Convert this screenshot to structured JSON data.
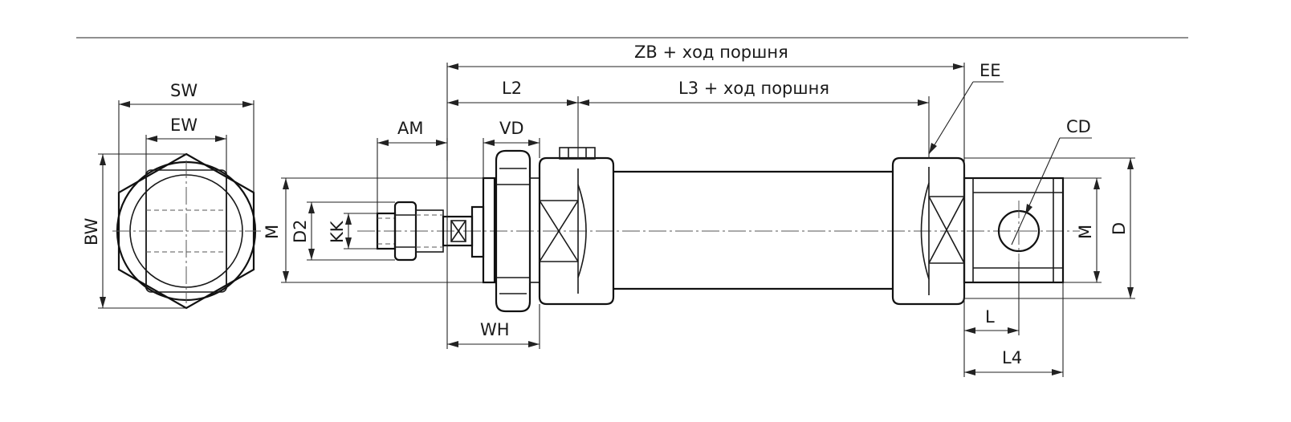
{
  "labels": {
    "sw": "SW",
    "ew": "EW",
    "bw": "BW",
    "m_left": "M",
    "am": "AM",
    "d2": "D2",
    "kk": "KK",
    "vd": "VD",
    "wh": "WH",
    "l2": "L2",
    "zb": "ZB + ход поршня",
    "l3": "L3 + ход поршня",
    "ee": "EE",
    "cd": "CD",
    "m_right": "M",
    "d": "D",
    "l": "L",
    "l4": "L4"
  }
}
